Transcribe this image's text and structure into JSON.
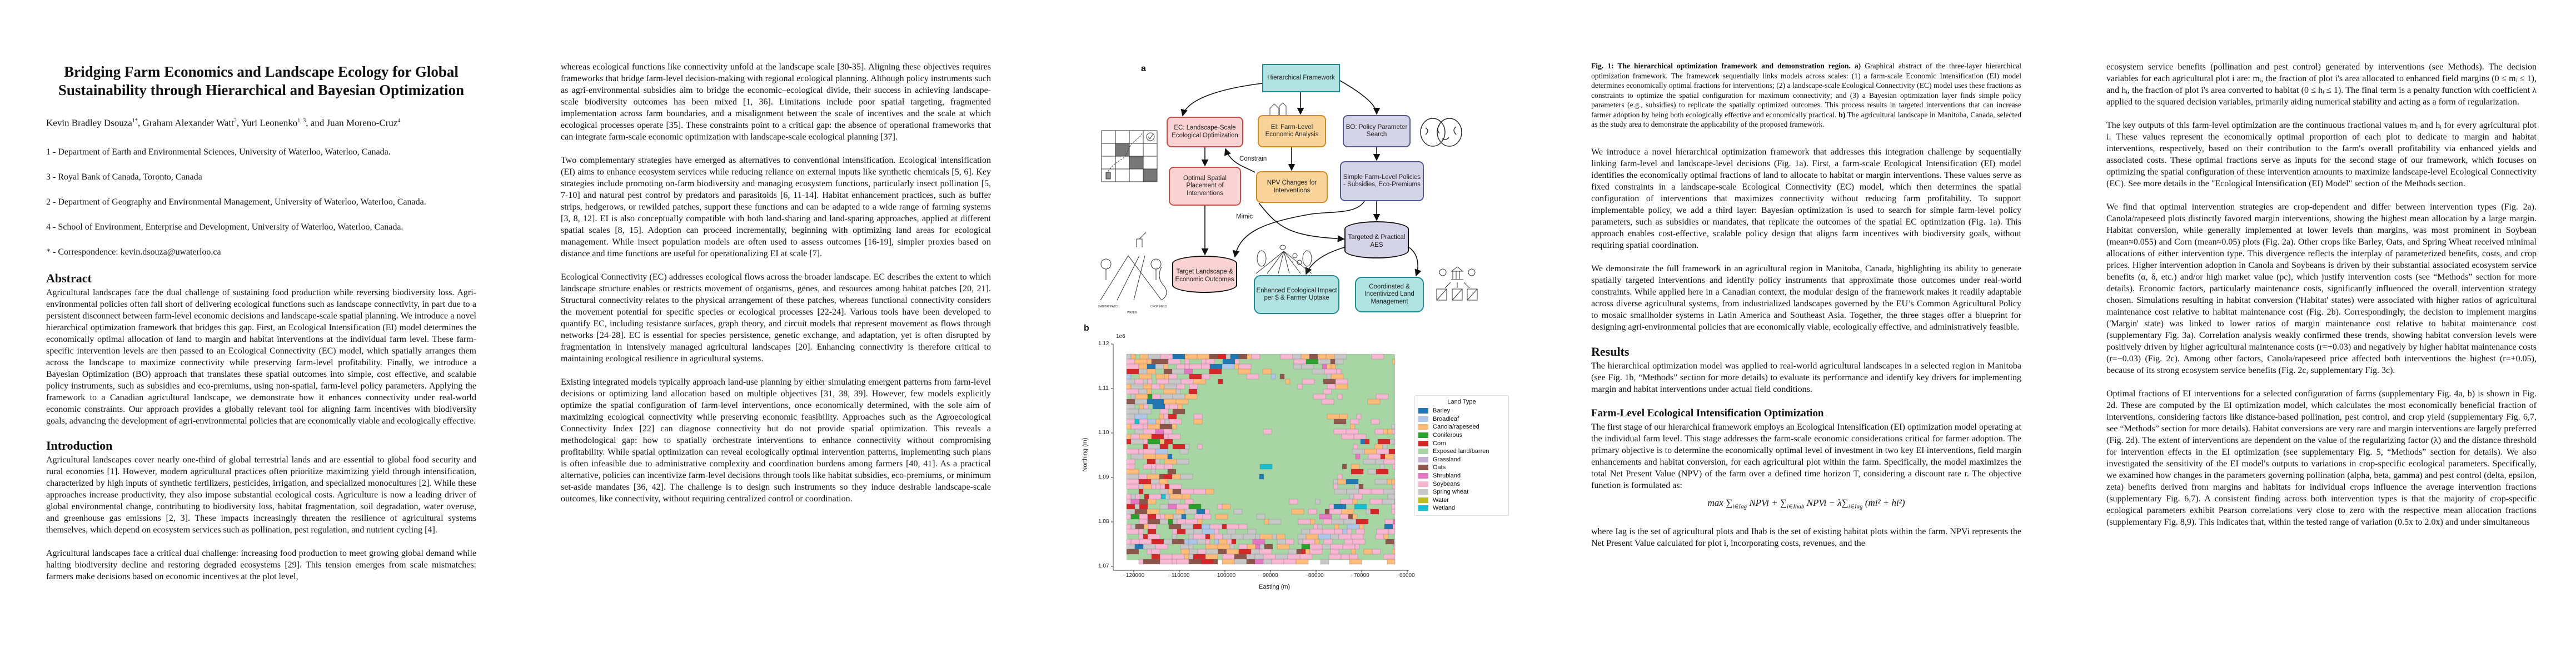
{
  "paper": {
    "title": "Bridging Farm Economics and Landscape Ecology for Global Sustainability through Hierarchical and Bayesian Optimization",
    "authors": [
      {
        "name": "Kevin Bradley Dsouza",
        "sup": "1*",
        "sep": ", "
      },
      {
        "name": "Graham Alexander Watt",
        "sup": "2",
        "sep": ", "
      },
      {
        "name": "Yuri Leonenko",
        "sup": "1, 3",
        "sep": ", and "
      },
      {
        "name": "Juan Moreno-Cruz",
        "sup": "4",
        "sep": ""
      }
    ],
    "affiliations": [
      "1 - Department of Earth and Environmental Sciences, University of Waterloo, Waterloo, Canada.",
      "3 - Royal Bank of Canada, Toronto, Canada",
      "2 - Department of Geography and Environmental Management, University of Waterloo, Waterloo, Canada.",
      "4 - School of Environment, Enterprise and Development, University of Waterloo, Waterloo, Canada.",
      "* - Correspondence: kevin.dsouza@uwaterloo.ca"
    ],
    "abstract_heading": "Abstract",
    "abstract": "Agricultural landscapes face the dual challenge of sustaining food production while reversing biodiversity loss. Agri-environmental policies often fall short of delivering ecological functions such as landscape connectivity, in part due to a persistent disconnect between farm-level economic decisions and landscape-scale spatial planning. We introduce a novel hierarchical optimization framework that bridges this gap. First, an Ecological Intensification (EI) model determines the economically optimal allocation of land to margin and habitat interventions at the individual farm level. These farm-specific intervention levels are then passed to an Ecological Connectivity (EC) model, which spatially arranges them across the landscape to maximize connectivity while preserving farm-level profitability. Finally, we introduce a Bayesian Optimization (BO) approach that translates these spatial outcomes into simple, cost effective, and scalable policy instruments, such as subsidies and eco-premiums, using non-spatial, farm-level policy parameters. Applying the framework to a Canadian agricultural landscape, we demonstrate how it enhances connectivity under real-world economic constraints. Our approach provides a globally relevant tool for aligning farm incentives with biodiversity goals, advancing the development of agri-environmental policies that are economically viable and ecologically effective.",
    "intro_heading": "Introduction",
    "intro": [
      "Agricultural landscapes cover nearly one-third of global terrestrial lands and are essential to global food security and rural economies [1]. However, modern agricultural practices often prioritize maximizing yield through intensification, characterized by high inputs of synthetic fertilizers, pesticides, irrigation, and specialized monocultures [2]. While these approaches increase productivity, they also impose substantial ecological costs. Agriculture is now a leading driver of global environmental change, contributing to biodiversity loss, habitat fragmentation, soil degradation, water overuse, and greenhouse gas emissions [2, 3]. These impacts increasingly threaten the resilience of agricultural systems themselves, which depend on ecosystem services such as pollination, pest regulation, and nutrient cycling [4].",
      "Agricultural landscapes face a critical dual challenge: increasing food production to meet growing global demand while halting biodiversity decline and restoring degraded ecosystems [29]. This tension emerges from scale mismatches: farmers make decisions based on economic incentives at the plot level,",
      "whereas ecological functions like connectivity unfold at the landscape scale [30-35]. Aligning these objectives requires frameworks that bridge farm-level decision-making with regional ecological planning. Although policy instruments such as agri-environmental subsidies aim to bridge the economic–ecological divide, their success in achieving landscape-scale biodiversity outcomes has been mixed [1, 36]. Limitations include poor spatial targeting, fragmented implementation across farm boundaries, and a misalignment between the scale of incentives and the scale at which ecological processes operate [35]. These constraints point to a critical gap: the absence of operational frameworks that can integrate farm-scale economic optimization with landscape-scale ecological planning [37].",
      "Two complementary strategies have emerged as alternatives to conventional intensification. Ecological intensification (EI) aims to enhance ecosystem services while reducing reliance on external inputs like synthetic chemicals [5, 6]. Key strategies include promoting on-farm biodiversity and managing ecosystem functions, particularly insect pollination [5, 7-10] and natural pest control by predators and parasitoids [6, 11-14]. Habitat enhancement practices, such as buffer strips, hedgerows, or rewilded patches, support these functions and can be adapted to a wide range of farming systems [3, 8, 12]. EI is also conceptually compatible with both land-sharing and land-sparing approaches, applied at different spatial scales [8, 15]. Adoption can proceed incrementally, beginning with optimizing land areas for ecological management. While insect population models are often used to assess outcomes [16-19], simpler proxies based on distance and time functions are useful for operationalizing EI at scale [7].",
      "Ecological Connectivity (EC) addresses ecological flows across the broader landscape. EC describes the extent to which landscape structure enables or restricts movement of organisms, genes, and resources among habitat patches [20, 21]. Structural connectivity relates to the physical arrangement of these patches, whereas functional connectivity considers the movement potential for specific species or ecological processes [22-24]. Various tools have been developed to quantify EC, including resistance surfaces, graph theory, and circuit models that represent movement as flows through networks [24-28]. EC is essential for species persistence, genetic exchange, and adaptation, yet is often disrupted by fragmentation in intensively managed agricultural landscapes [20]. Enhancing connectivity is therefore critical to maintaining ecological resilience in agricultural systems.",
      "Existing integrated models typically approach land-use planning by either simulating emergent patterns from farm-level decisions or optimizing land allocation based on multiple objectives [31, 38, 39]. However, few models explicitly optimize the spatial configuration of farm-level interventions, once economically determined, with the sole aim of maximizing ecological connectivity while preserving economic feasibility. Approaches such as the Agroecological Connectivity Index [22] can diagnose connectivity but do not provide spatial optimization. This reveals a methodological gap: how to spatially orchestrate interventions to enhance connectivity without compromising profitability. While spatial optimization can reveal ecologically optimal intervention patterns, implementing such plans is often infeasible due to administrative complexity and coordination burdens among farmers [40, 41]. As a practical alternative, policies can incentivize farm-level decisions through tools like habitat subsidies, eco-premiums, or minimum set-aside mandates [36, 42]. The challenge is to design such instruments so they induce desirable landscape-scale outcomes, like connectivity, without requiring centralized control or coordination."
    ],
    "caption": {
      "bold": "Fig. 1: The hierarchical optimization framework and demonstration region.",
      "a_label": "a)",
      "a_text": "Graphical abstract of the three-layer hierarchical optimization framework. The framework sequentially links models across scales: (1) a farm-scale Economic Intensification (EI) model determines economically optimal fractions for interventions; (2) a landscape-scale Ecological Connectivity (EC) model uses these fractions as constraints to optimize the spatial configuration for maximum connectivity; and (3) a Bayesian optimization layer finds simple policy parameters (e.g., subsidies) to replicate the spatially optimized outcomes. This process results in targeted interventions that can increase farmer adoption by being both ecologically effective and economically practical.",
      "b_label": "b)",
      "b_text": "The agricultural landscape in Manitoba, Canada, selected as the study area to demonstrate the applicability of the proposed framework."
    },
    "col4_paragraphs": [
      "We introduce a novel hierarchical optimization framework that addresses this integration challenge by sequentially linking farm-level and landscape-level decisions (Fig. 1a). First, a farm-scale Ecological Intensification (EI) model identifies the economically optimal fractions of land to allocate to habitat or margin interventions. These values serve as fixed constraints in a landscape-scale Ecological Connectivity (EC) model, which then determines the spatial configuration of interventions that maximizes connectivity without reducing farm profitability. To support implementable policy, we add a third layer: Bayesian optimization is used to search for simple farm-level policy parameters, such as subsidies or mandates, that replicate the outcomes of the spatial EC optimization (Fig. 1a). This approach enables cost-effective, scalable policy design that aligns farm incentives with biodiversity goals, without requiring spatial coordination.",
      "We demonstrate the full framework in an agricultural region in Manitoba, Canada, highlighting its ability to generate spatially targeted interventions and identify policy instruments that approximate those outcomes under real-world constraints. While applied here in a Canadian context, the modular design of the framework makes it readily adaptable across diverse agricultural systems, from industrialized landscapes governed by the EU’s Common Agricultural Policy to mosaic smallholder systems in Latin America and Southeast Asia.  Together, the three stages offer a blueprint for designing agri-environmental policies that are economically viable, ecologically effective, and administratively feasible."
    ],
    "results_heading": "Results",
    "results_text": "The hierarchical optimization model was applied to real-world agricultural landscapes in a selected region in Manitoba (see Fig. 1b, “Methods” section for more details) to evaluate its performance and identify key drivers for implementing margin and habitat interventions under actual field conditions.",
    "farm_heading": "Farm-Level Ecological Intensification Optimization",
    "farm_text": "The first stage of our hierarchical framework employs an Ecological Intensification (EI) optimization model operating at the individual farm level. This stage addresses the farm-scale economic considerations critical for farmer adoption. The primary objective is to determine the economically optimal level of investment in two key EI interventions, field margin enhancements and habitat conversion, for each agricultural plot within the farm. Specifically, the model maximizes the total Net Present Value (NPV) of the farm over a defined time horizon T, considering a discount rate r. The objective function is formulated as:",
    "equation": {
      "p1": "max ∑",
      "s1": "i∈Iag",
      "p2": "NPVi + ∑",
      "s2": "i∈Ihab",
      "p3": "NPVi − λ∑",
      "s3": "i∈Iag",
      "p4": "(mi² + hi²)"
    },
    "where_text": "where Iag is the set of agricultural plots and Ihab is the set of existing habitat plots within the farm. NPVi represents the Net Present Value calculated for plot i, incorporating costs, revenues, and the",
    "col5_paragraphs": [
      "ecosystem service benefits (pollination and pest control) generated by interventions (see Methods). The decision variables for each agricultural plot i are: mᵢ, the fraction of plot i's area allocated to enhanced field margins (0 ≤ mᵢ ≤ 1), and hᵢ, the fraction of plot i's area converted to habitat (0 ≤ hᵢ ≤ 1). The final term is a penalty function with coefficient λ applied to the squared decision variables, primarily aiding numerical stability and acting as a form of regularization.",
      "The key outputs of this farm-level optimization are the continuous fractional values mᵢ and hᵢ for every agricultural plot i. These values represent the economically optimal proportion of each plot to dedicate to margin and habitat interventions, respectively, based on their contribution to the farm's overall profitability via enhanced yields and associated costs. These optimal fractions serve as inputs for the second stage of our framework, which focuses on optimizing the spatial configuration of these intervention amounts to maximize landscape-level Ecological Connectivity (EC). See more details in the \"Ecological Intensification (EI) Model\" section of the Methods section.",
      "We find that optimal intervention strategies are crop-dependent and differ between intervention types (Fig. 2a). Canola/rapeseed plots distinctly favored margin interventions, showing the highest mean allocation by a large margin. Habitat conversion, while generally implemented at lower levels than margins, was most prominent in Soybean (mean≈0.055) and Corn (mean≈0.05) plots (Fig. 2a). Other crops like Barley, Oats, and Spring Wheat received minimal allocations of either intervention type. This divergence reflects the interplay of parameterized benefits, costs, and crop prices. Higher intervention adoption in Canola and Soybeans is driven by their substantial associated ecosystem service benefits (α, δ, etc.) and/or high market value (pc), which justify intervention costs (see “Methods” section for more details). Economic factors, particularly maintenance costs, significantly influenced the overall intervention strategy chosen. Simulations resulting in habitat conversion ('Habitat' states) were associated with higher ratios of agricultural maintenance cost relative to habitat maintenance cost (Fig. 2b). Correspondingly, the decision to implement margins ('Margin' state) was linked to lower ratios of margin maintenance cost relative to habitat maintenance cost (supplementary Fig. 3a). Correlation analysis weakly confirmed these trends, showing habitat conversion levels were positively driven by higher agricultural maintenance costs (r=+0.03) and negatively by higher habitat maintenance costs (r=−0.03) (Fig. 2c). Among other factors, Canola/rapeseed price affected both interventions the highest (r=+0.05), because of its strong ecosystem service benefits (Fig. 2c, supplementary Fig. 3c).",
      "Optimal fractions of EI interventions for a selected configuration of farms (supplementary Fig. 4a, b) is shown in Fig. 2d. These are computed by the EI optimization model, which calculates the most economically beneficial fraction of interventions, considering factors like distance-based pollination, pest control, and crop yield (supplementary Fig. 6,7, see “Methods” section for more details). Habitat conversions are very rare and margin interventions are largely preferred (Fig. 2d). The extent of interventions are dependent on the value of the regularizing factor (λ) and the distance threshold for intervention effects in the EI optimization (see supplementary Fig. 5, “Methods” section for details). We also investigated the sensitivity of the EI model's outputs to variations in crop-specific ecological parameters. Specifically, we examined how changes in the parameters governing pollination (alpha, beta, gamma) and pest control (delta, epsilon, zeta) benefits derived from margins and habitats for individual crops influence the average intervention fractions (supplementary Fig. 6,7). A consistent finding across both intervention types is that the majority of crop-specific ecological parameters exhibit Pearson correlations very close to zero with the respective mean allocation fractions (supplementary Fig. 8,9). This indicates that, within the tested range of variation (0.5x to 2.0x) and under simultaneous"
    ]
  },
  "figure": {
    "panel_a": "a",
    "panel_b": "b",
    "nodes": {
      "framework": "Hierarchical Framework",
      "ec": "EC: Landscape-Scale Ecological Optimization",
      "ei": "EI: Farm-Level Economic Analysis",
      "bo": "BO: Policy Parameter Search",
      "placement": "Optimal Spatial Placement of Interventions",
      "npv": "NPV Changes for Interventions",
      "policies": "Simple Farm-Level Policies - Subsidies, Eco-Premiums",
      "aes": "Targeted & Practical AES",
      "target": "Target Landscape & Economic Outcomes",
      "enhanced": "Enhanced Ecological Impact per $ & Farmer Uptake",
      "coordinated": "Coordinated & Incentivized Land Management"
    },
    "edge_labels": {
      "constrain": "Constrain",
      "mimic": "Mimic"
    },
    "icon_labels": {
      "habitat": "HABITAT PATCH",
      "crop": "CROP FIELD",
      "water": "WATER"
    },
    "map": {
      "x_label": "Easting (m)",
      "y_label": "Northing (m)",
      "y_offset": "1e6",
      "x_ticks": [
        "−120000",
        "−110000",
        "−100000",
        "−90000",
        "−80000",
        "−70000",
        "−60000"
      ],
      "y_ticks": [
        "1.12",
        "1.11",
        "1.10",
        "1.09",
        "1.08",
        "1.07"
      ],
      "legend_title": "Land Type",
      "legend": [
        {
          "label": "Barley",
          "color": "#1f77b4"
        },
        {
          "label": "Broadleaf",
          "color": "#aec7e8"
        },
        {
          "label": "Canola/rapeseed",
          "color": "#ffbb78"
        },
        {
          "label": "Coniferous",
          "color": "#2ca02c"
        },
        {
          "label": "Corn",
          "color": "#d62728"
        },
        {
          "label": "Exposed land/barren",
          "color": "#a8d5a4"
        },
        {
          "label": "Grassland",
          "color": "#c5b0d5"
        },
        {
          "label": "Oats",
          "color": "#8c564b"
        },
        {
          "label": "Shrubland",
          "color": "#e377c2"
        },
        {
          "label": "Soybeans",
          "color": "#f7b6d2"
        },
        {
          "label": "Spring wheat",
          "color": "#c7c7c7"
        },
        {
          "label": "Water",
          "color": "#bcbd22"
        },
        {
          "label": "Wetland",
          "color": "#17becf"
        }
      ]
    }
  }
}
